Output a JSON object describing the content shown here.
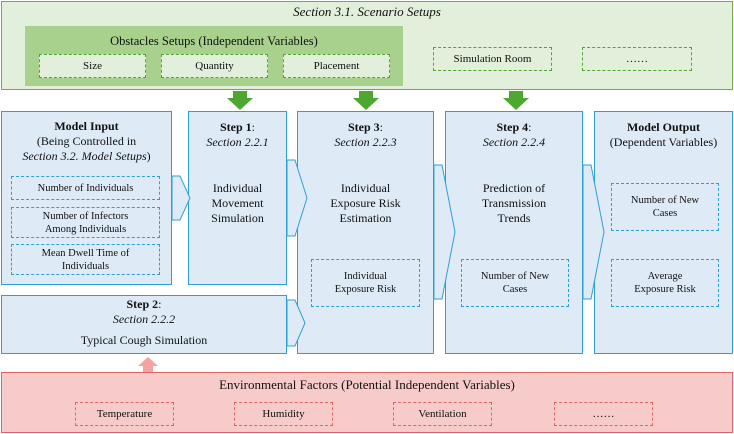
{
  "scenario": {
    "title": "Section 3.1. Scenario Setups",
    "obstacles_title": "Obstacles Setups (Independent Variables)",
    "obstacles": [
      "Size",
      "Quantity",
      "Placement"
    ],
    "simulation_room": "Simulation Room",
    "ellipsis": "……"
  },
  "model_input": {
    "title": "Model Input",
    "line1": "(Being Controlled in",
    "line2": "Section 3.2. Model Setups",
    "line2_close": ")",
    "items": [
      {
        "l1": "Number of Individuals",
        "l2": ""
      },
      {
        "l1": "Number of Infectors",
        "l2": "Among Individuals"
      },
      {
        "l1": "Mean Dwell Time of",
        "l2": "Individuals"
      }
    ]
  },
  "step1": {
    "title": "Step 1",
    "colon": ":",
    "section": "Section 2.2.1",
    "l1": "Individual",
    "l2": "Movement",
    "l3": "Simulation"
  },
  "step2": {
    "title": "Step 2",
    "colon": ":",
    "section": "Section 2.2.2",
    "desc": "Typical Cough Simulation"
  },
  "step3": {
    "title": "Step 3",
    "colon": ":",
    "section": "Section 2.2.3",
    "l1": "Individual",
    "l2": "Exposure Risk",
    "l3": "Estimation",
    "box_l1": "Individual",
    "box_l2": "Exposure Risk"
  },
  "step4": {
    "title": "Step 4",
    "colon": ":",
    "section": "Section 2.2.4",
    "l1": "Prediction of",
    "l2": "Transmission",
    "l3": "Trends",
    "box_l1": "Number of New",
    "box_l2": "Cases"
  },
  "model_output": {
    "title": "Model Output",
    "subtitle": "(Dependent Variables)",
    "items": [
      {
        "l1": "Number of New",
        "l2": "Cases"
      },
      {
        "l1": "Average",
        "l2": "Exposure Risk"
      }
    ]
  },
  "environment": {
    "title": "Environmental Factors (Potential Independent Variables)",
    "items": [
      "Temperature",
      "Humidity",
      "Ventilation",
      "……"
    ]
  },
  "colors": {
    "green_fill": "#e2efda",
    "green_dark": "#a9d18e",
    "green_arrow": "#4ea72e",
    "blue_fill": "#deebf7",
    "blue_border": "#2e9fd5",
    "red_fill": "#f8cbcb",
    "red_border": "#e06666",
    "red_arrow": "#f4a3a3"
  }
}
